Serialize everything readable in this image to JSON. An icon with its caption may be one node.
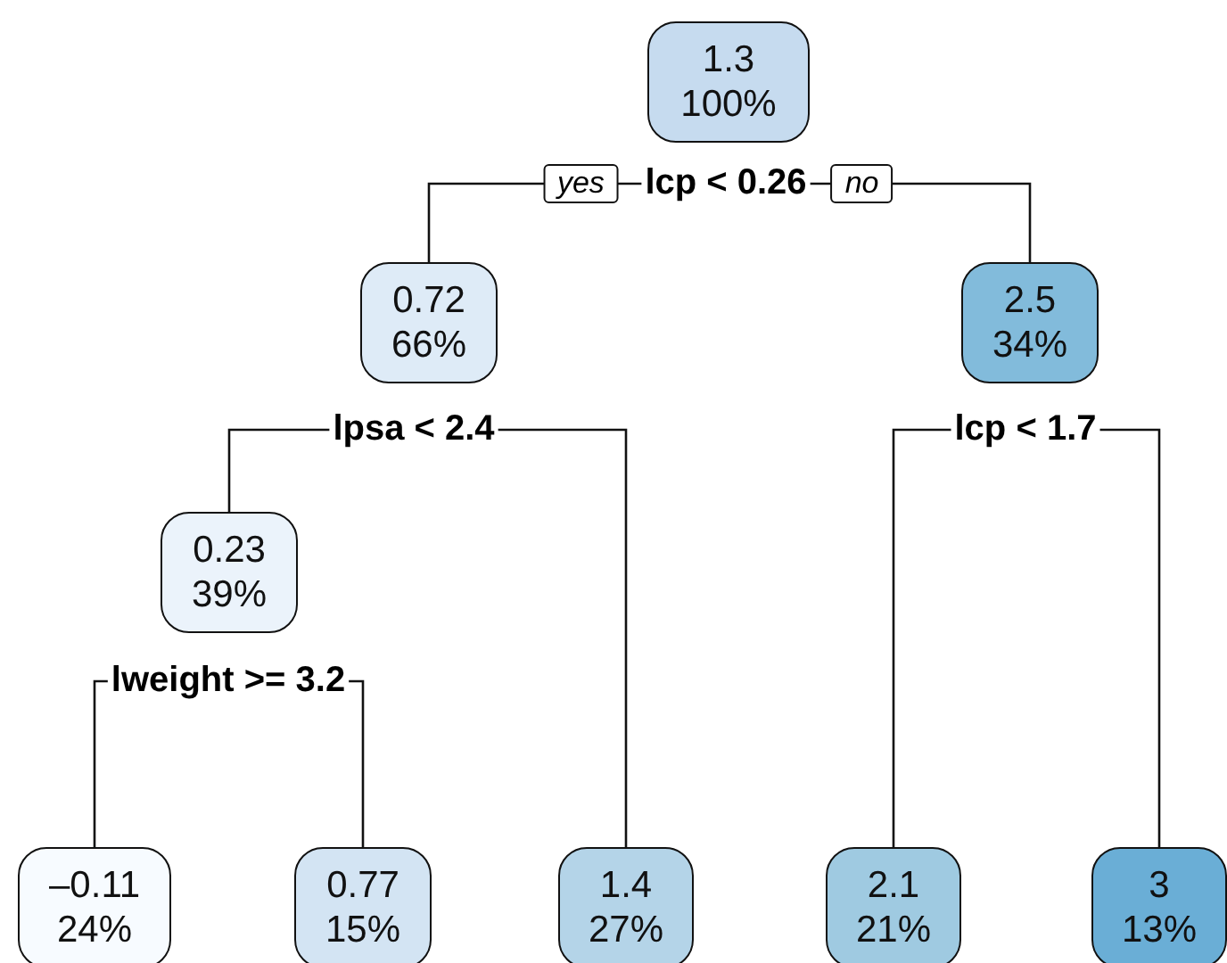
{
  "diagram": {
    "nodes": [
      {
        "text": [
          "1.3",
          "100%"
        ]
      },
      {
        "text": [
          "lcp < 0.26"
        ]
      },
      {
        "text": [
          "0.72",
          "66%"
        ]
      },
      {
        "text": [
          "2.5",
          "34%"
        ]
      },
      {
        "text": [
          "lpsa < 2.4"
        ]
      },
      {
        "text": [
          "lcp < 1.7"
        ]
      },
      {
        "text": [
          "0.23",
          "39%"
        ]
      },
      {
        "text": [
          "lweight >= 3.2"
        ]
      },
      {
        "text": [
          "–0.11",
          "24%"
        ]
      },
      {
        "text": [
          "0.77",
          "15%"
        ]
      },
      {
        "text": [
          "1.4",
          "27%"
        ]
      },
      {
        "text": [
          "2.1",
          "21%"
        ]
      },
      {
        "text": [
          "3",
          "13%"
        ]
      }
    ],
    "edges": [
      {
        "from": 1,
        "to": 2,
        "arrow": "none",
        "label": "yes"
      },
      {
        "from": 1,
        "to": 3,
        "arrow": "none",
        "label": "no"
      },
      {
        "from": 4,
        "to": 6,
        "arrow": "none"
      },
      {
        "from": 4,
        "to": 10,
        "arrow": "none"
      },
      {
        "from": 5,
        "to": 11,
        "arrow": "none"
      },
      {
        "from": 5,
        "to": 12,
        "arrow": "none"
      },
      {
        "from": 7,
        "to": 8,
        "arrow": "none"
      },
      {
        "from": 7,
        "to": 9,
        "arrow": "none"
      }
    ]
  }
}
